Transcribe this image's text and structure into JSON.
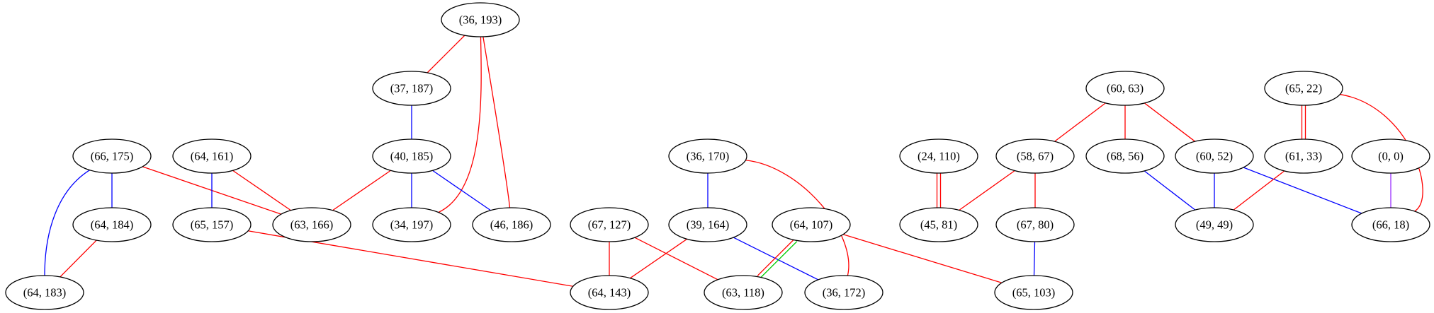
{
  "colors": {
    "red": "#ff0000",
    "blue": "#0000ff",
    "green": "#00cc00",
    "purple": "#9b30ff"
  },
  "nodes": [
    {
      "id": "n36_193",
      "label": "(36, 193)"
    },
    {
      "id": "n37_187",
      "label": "(37, 187)"
    },
    {
      "id": "n40_185",
      "label": "(40, 185)"
    },
    {
      "id": "n66_175",
      "label": "(66, 175)"
    },
    {
      "id": "n64_161",
      "label": "(64, 161)"
    },
    {
      "id": "n64_184",
      "label": "(64, 184)"
    },
    {
      "id": "n65_157",
      "label": "(65, 157)"
    },
    {
      "id": "n63_166",
      "label": "(63, 166)"
    },
    {
      "id": "n34_197",
      "label": "(34, 197)"
    },
    {
      "id": "n46_186",
      "label": "(46, 186)"
    },
    {
      "id": "n64_183",
      "label": "(64, 183)"
    },
    {
      "id": "n36_170",
      "label": "(36, 170)"
    },
    {
      "id": "n39_164",
      "label": "(39, 164)"
    },
    {
      "id": "n67_127",
      "label": "(67, 127)"
    },
    {
      "id": "n64_107",
      "label": "(64, 107)"
    },
    {
      "id": "n64_143",
      "label": "(64, 143)"
    },
    {
      "id": "n63_118",
      "label": "(63, 118)"
    },
    {
      "id": "n36_172",
      "label": "(36, 172)"
    },
    {
      "id": "n24_110",
      "label": "(24, 110)"
    },
    {
      "id": "n58_67",
      "label": "(58, 67)"
    },
    {
      "id": "n45_81",
      "label": "(45, 81)"
    },
    {
      "id": "n67_80",
      "label": "(67, 80)"
    },
    {
      "id": "n65_103",
      "label": "(65, 103)"
    },
    {
      "id": "n60_63",
      "label": "(60, 63)"
    },
    {
      "id": "n68_56",
      "label": "(68, 56)"
    },
    {
      "id": "n60_52",
      "label": "(60, 52)"
    },
    {
      "id": "n49_49",
      "label": "(49, 49)"
    },
    {
      "id": "n65_22",
      "label": "(65, 22)"
    },
    {
      "id": "n61_33",
      "label": "(61, 33)"
    },
    {
      "id": "n0_0",
      "label": "(0, 0)"
    },
    {
      "id": "n66_18",
      "label": "(66, 18)"
    }
  ],
  "edges": [
    {
      "from": "n36_193",
      "to": "n37_187",
      "color": "red"
    },
    {
      "from": "n36_193",
      "to": "n34_197",
      "color": "red"
    },
    {
      "from": "n36_193",
      "to": "n46_186",
      "color": "red"
    },
    {
      "from": "n37_187",
      "to": "n40_185",
      "color": "blue"
    },
    {
      "from": "n40_185",
      "to": "n63_166",
      "color": "red"
    },
    {
      "from": "n40_185",
      "to": "n34_197",
      "color": "blue"
    },
    {
      "from": "n40_185",
      "to": "n46_186",
      "color": "blue"
    },
    {
      "from": "n66_175",
      "to": "n64_184",
      "color": "blue"
    },
    {
      "from": "n66_175",
      "to": "n64_183",
      "color": "blue"
    },
    {
      "from": "n66_175",
      "to": "n63_166",
      "color": "red"
    },
    {
      "from": "n64_161",
      "to": "n65_157",
      "color": "blue"
    },
    {
      "from": "n64_161",
      "to": "n63_166",
      "color": "red"
    },
    {
      "from": "n64_184",
      "to": "n64_183",
      "color": "red"
    },
    {
      "from": "n65_157",
      "to": "n64_143",
      "color": "red"
    },
    {
      "from": "n36_170",
      "to": "n39_164",
      "color": "blue"
    },
    {
      "from": "n36_170",
      "to": "n36_172",
      "color": "red"
    },
    {
      "from": "n39_164",
      "to": "n64_143",
      "color": "red"
    },
    {
      "from": "n39_164",
      "to": "n36_172",
      "color": "blue"
    },
    {
      "from": "n67_127",
      "to": "n64_143",
      "color": "red"
    },
    {
      "from": "n67_127",
      "to": "n63_118",
      "color": "red"
    },
    {
      "from": "n64_107",
      "to": "n63_118",
      "color": "green"
    },
    {
      "from": "n64_107",
      "to": "n63_118",
      "color": "red"
    },
    {
      "from": "n64_107",
      "to": "n65_103",
      "color": "red"
    },
    {
      "from": "n24_110",
      "to": "n45_81",
      "color": "red"
    },
    {
      "from": "n24_110",
      "to": "n45_81",
      "color": "red"
    },
    {
      "from": "n58_67",
      "to": "n45_81",
      "color": "red"
    },
    {
      "from": "n58_67",
      "to": "n67_80",
      "color": "red"
    },
    {
      "from": "n67_80",
      "to": "n65_103",
      "color": "blue"
    },
    {
      "from": "n60_63",
      "to": "n58_67",
      "color": "red"
    },
    {
      "from": "n60_63",
      "to": "n68_56",
      "color": "red"
    },
    {
      "from": "n60_63",
      "to": "n60_52",
      "color": "red"
    },
    {
      "from": "n68_56",
      "to": "n49_49",
      "color": "blue"
    },
    {
      "from": "n60_52",
      "to": "n49_49",
      "color": "blue"
    },
    {
      "from": "n60_52",
      "to": "n66_18",
      "color": "blue"
    },
    {
      "from": "n65_22",
      "to": "n61_33",
      "color": "red"
    },
    {
      "from": "n65_22",
      "to": "n61_33",
      "color": "red"
    },
    {
      "from": "n65_22",
      "to": "n66_18",
      "color": "red"
    },
    {
      "from": "n61_33",
      "to": "n49_49",
      "color": "red"
    },
    {
      "from": "n0_0",
      "to": "n66_18",
      "color": "purple"
    }
  ]
}
